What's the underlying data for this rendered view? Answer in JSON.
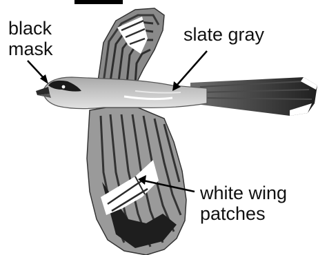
{
  "labels": {
    "mask_line1": "black",
    "mask_line2": "mask",
    "slate": "slate gray",
    "patches_line1": "white wing",
    "patches_line2": "patches"
  },
  "colors": {
    "text": "#111111",
    "dark_feather": "#2b2b2b",
    "mid_feather": "#5a5a5a",
    "body_gray": "#b4b4b4",
    "light_gray": "#d6d6d6",
    "white_patch": "#ffffff",
    "mask": "#1a1a1a",
    "arrow": "#000000"
  }
}
